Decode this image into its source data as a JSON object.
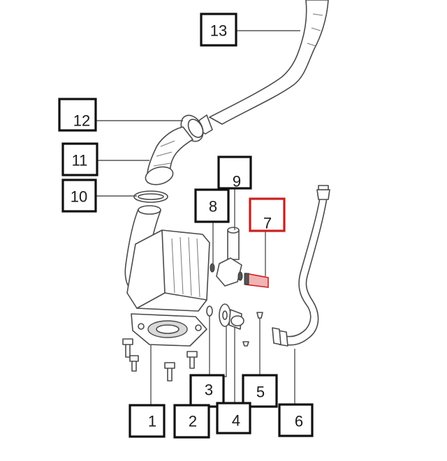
{
  "callouts": [
    {
      "id": "1",
      "label": "1"
    },
    {
      "id": "2",
      "label": "2"
    },
    {
      "id": "3",
      "label": "3"
    },
    {
      "id": "4",
      "label": "4"
    },
    {
      "id": "5",
      "label": "5"
    },
    {
      "id": "6",
      "label": "6"
    },
    {
      "id": "7",
      "label": "7",
      "highlighted": true
    },
    {
      "id": "8",
      "label": "8"
    },
    {
      "id": "9",
      "label": "9"
    },
    {
      "id": "10",
      "label": "10"
    },
    {
      "id": "11",
      "label": "11"
    },
    {
      "id": "12",
      "label": "12"
    },
    {
      "id": "13",
      "label": "13"
    }
  ],
  "colors": {
    "box_border": "#111111",
    "highlight": "#cc1f1f",
    "leader": "#555555",
    "part_outline": "#4a4a4a",
    "background": "#ffffff"
  }
}
